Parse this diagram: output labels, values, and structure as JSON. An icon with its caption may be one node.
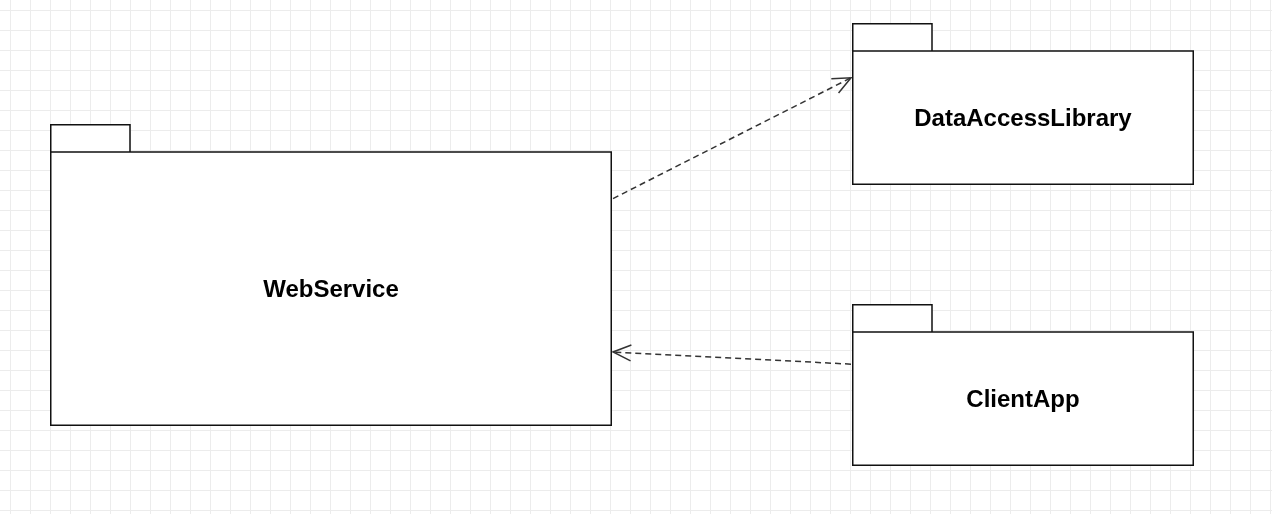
{
  "diagram": {
    "nodes": [
      {
        "text": [
          "WebService"
        ]
      },
      {
        "text": [
          "DataAccessLibrary"
        ]
      },
      {
        "text": [
          "ClientApp"
        ]
      }
    ],
    "edges": [
      {
        "from": 0,
        "to": 1,
        "arrow": "to",
        "style": "dashed"
      },
      {
        "from": 2,
        "to": 0,
        "arrow": "to",
        "style": "dashed"
      }
    ]
  }
}
